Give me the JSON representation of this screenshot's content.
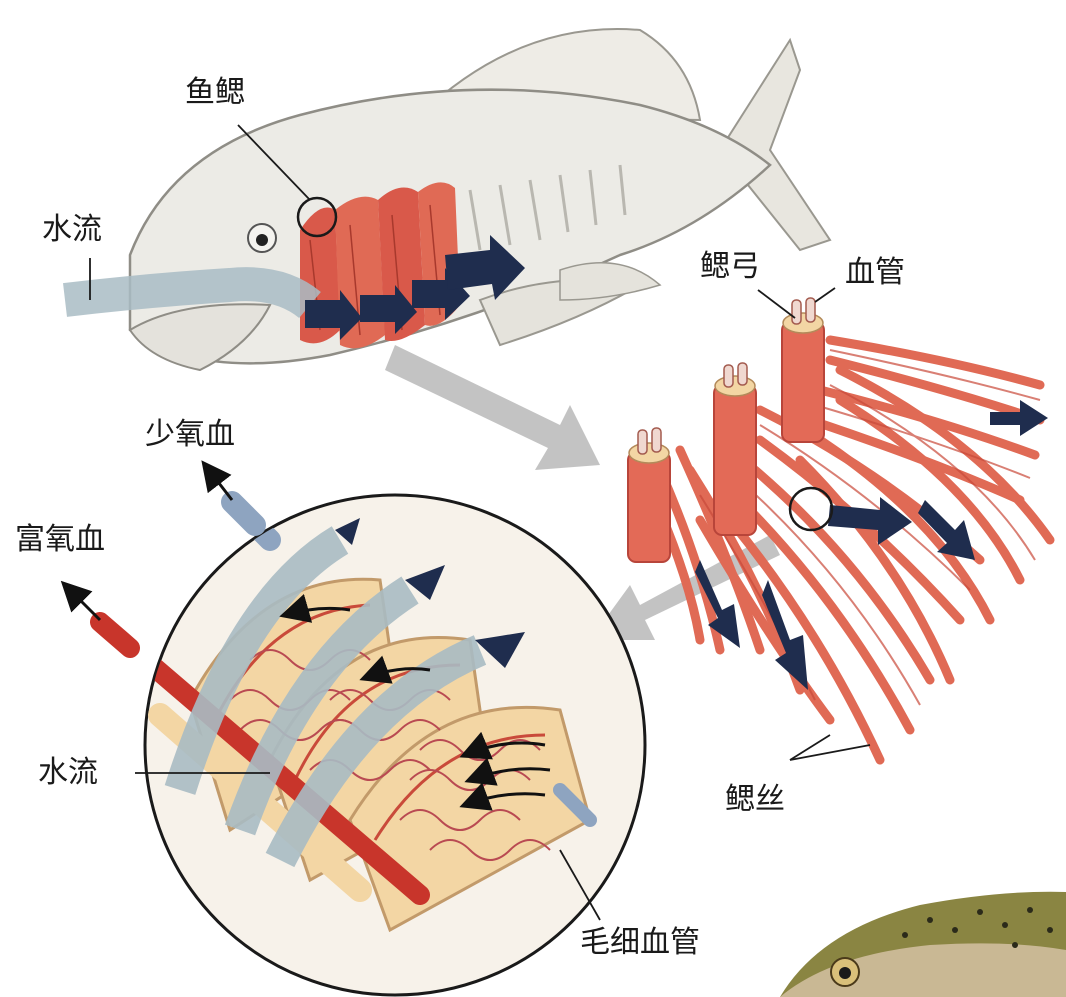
{
  "labels": {
    "fish_gill": "鱼鳃",
    "water_flow_top": "水流",
    "gill_arch": "鳃弓",
    "blood_vessel": "血管",
    "low_oxygen_blood": "少氧血",
    "high_oxygen_blood": "富氧血",
    "water_flow_bottom": "水流",
    "gill_filaments": "鳃丝",
    "capillaries": "毛细血管"
  },
  "colors": {
    "gill_red": "#e06a55",
    "gill_dark_red": "#c94a3a",
    "water_arrow": "#1f2d4e",
    "water_stream": "#a9bcc4",
    "deoxy_vessel": "#8ea4c0",
    "oxy_vessel": "#c8352b",
    "tissue_cream": "#f3d6a4",
    "fish_body": "#ecebe6"
  }
}
